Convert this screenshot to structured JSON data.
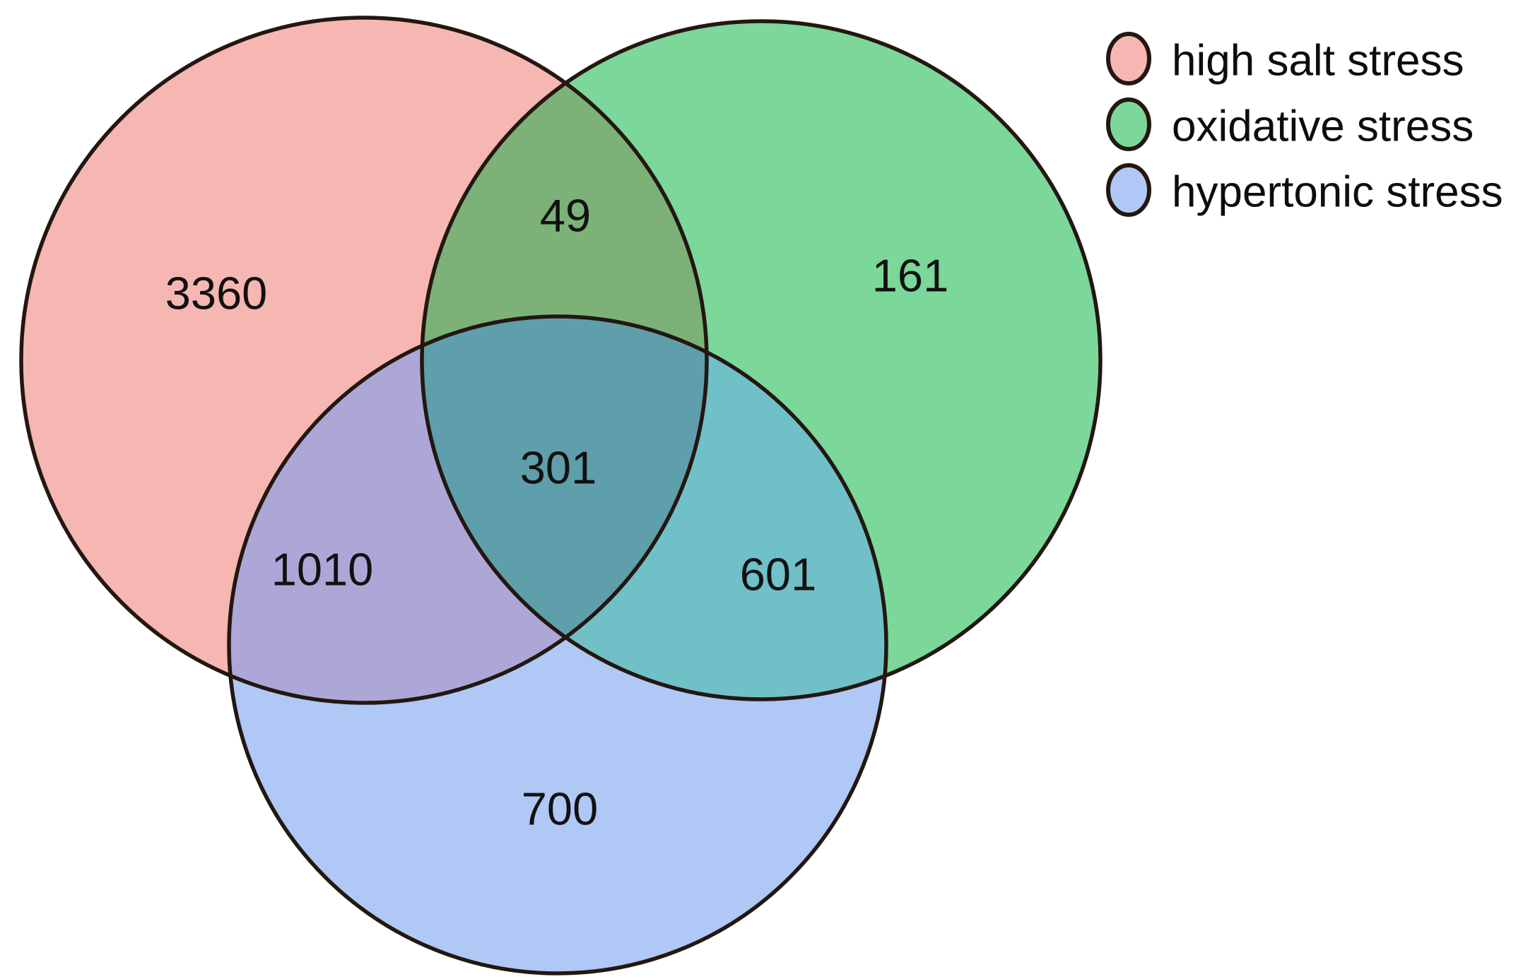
{
  "chart_data": {
    "type": "venn",
    "title": "",
    "sets": [
      "high salt stress",
      "oxidative stress",
      "hypertonic stress"
    ],
    "set_colors": {
      "high salt stress": "#f6b6b1",
      "oxidative stress": "#7cd79a",
      "hypertonic stress": "#afc8f5"
    },
    "regions": [
      {
        "sets": [
          "high salt stress"
        ],
        "value": 3360
      },
      {
        "sets": [
          "oxidative stress"
        ],
        "value": 161
      },
      {
        "sets": [
          "hypertonic stress"
        ],
        "value": 700
      },
      {
        "sets": [
          "high salt stress",
          "oxidative stress"
        ],
        "value": 49
      },
      {
        "sets": [
          "high salt stress",
          "hypertonic stress"
        ],
        "value": 1010
      },
      {
        "sets": [
          "oxidative stress",
          "hypertonic stress"
        ],
        "value": 601
      },
      {
        "sets": [
          "high salt stress",
          "oxidative stress",
          "hypertonic stress"
        ],
        "value": 301
      }
    ],
    "legend_position": "top-right",
    "outline_on": true
  },
  "venn": {
    "outline_color": "#231710",
    "count_color": "#111111",
    "region_colors": {
      "salt_only": "#f6b6b1",
      "oxidative_only": "#7cd79a",
      "hypertonic_only": "#afc8f5",
      "salt_oxidative": "#7cb278",
      "salt_hypertonic": "#ada7d8",
      "oxidative_hypertonic": "#70c0c8",
      "all_three": "#5f9eab"
    },
    "counts": {
      "salt_only": "3360",
      "oxidative_only": "161",
      "hypertonic_only": "700",
      "salt_oxidative": "49",
      "salt_hypertonic": "1010",
      "oxidative_hypertonic": "601",
      "all_three": "301"
    }
  },
  "legend": {
    "items": [
      {
        "label": "high salt stress",
        "color": "#f6b6b1"
      },
      {
        "label": "oxidative stress",
        "color": "#7cd79a"
      },
      {
        "label": "hypertonic stress",
        "color": "#afc8f5"
      }
    ]
  }
}
